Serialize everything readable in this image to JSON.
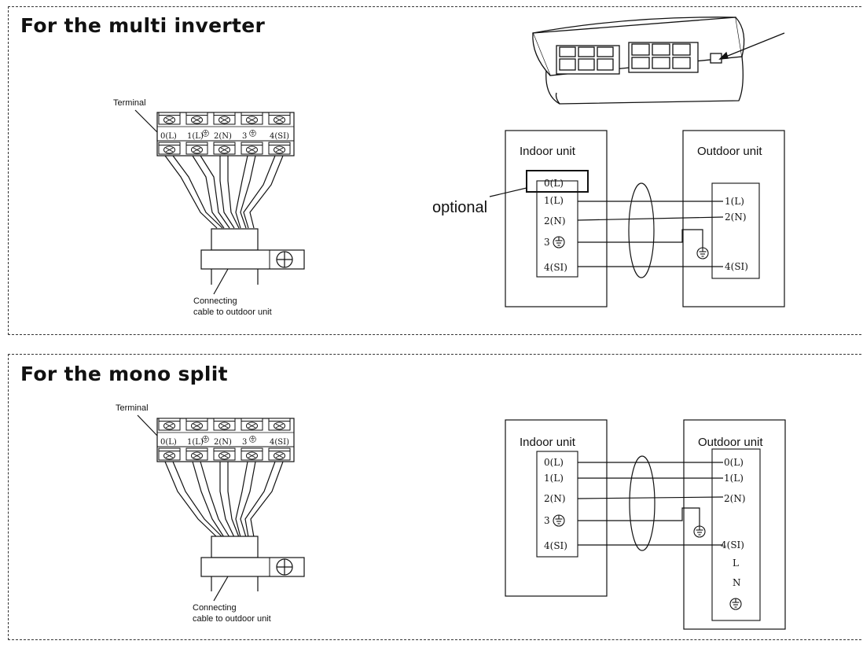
{
  "sections": {
    "multi": {
      "heading": "For the multi inverter",
      "terminal_label": "Terminal",
      "strip_labels": [
        "0(L)",
        "1(L)",
        "2(N)",
        "3",
        "4(SI)"
      ],
      "cable_caption": [
        "Connecting",
        "cable to outdoor unit"
      ],
      "indoor_title": "Indoor unit",
      "outdoor_title": "Outdoor unit",
      "optional_label": "optional",
      "indoor_terminals": [
        "0(L)",
        "1(L)",
        "2(N)",
        "3",
        "4(SI)"
      ],
      "outdoor_terminals": [
        "1(L)",
        "2(N)",
        "4(SI)"
      ]
    },
    "mono": {
      "heading": "For the mono split",
      "terminal_label": "Terminal",
      "strip_labels": [
        "0(L)",
        "1(L)",
        "2(N)",
        "3",
        "4(SI)"
      ],
      "cable_caption": [
        "Connecting",
        "cable to outdoor unit"
      ],
      "indoor_title": "Indoor unit",
      "outdoor_title": "Outdoor unit",
      "indoor_terminals": [
        "0(L)",
        "1(L)",
        "2(N)",
        "3",
        "4(SI)"
      ],
      "outdoor_terminals": [
        "0(L)",
        "1(L)",
        "2(N)",
        "4(SI)",
        "L",
        "N"
      ]
    }
  },
  "icons": [
    "ground-symbol-icon",
    "screw-icon",
    "cable-clamp-icon",
    "indoor-ac-unit-icon"
  ]
}
